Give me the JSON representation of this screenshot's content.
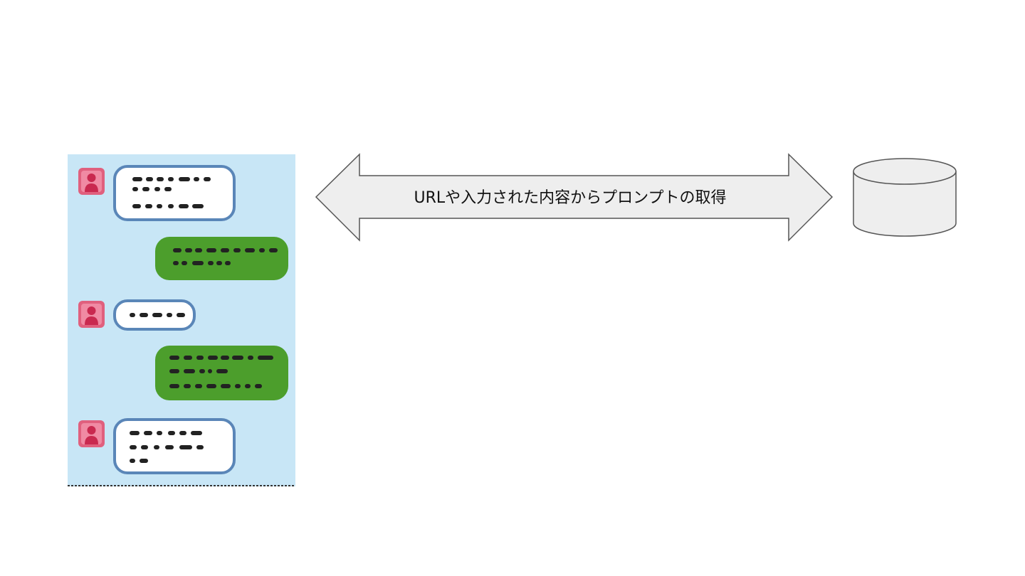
{
  "diagram": {
    "arrow": {
      "label": "URLや入力された内容からプロンプトの取得",
      "direction": "bidirectional",
      "fill": "#eeeeee",
      "stroke": "#555555"
    },
    "chat_illustration": {
      "icon": "chat-messenger-illustration",
      "background": "#c8e6f6",
      "incoming_bubble_fill": "#ffffff",
      "incoming_bubble_border": "#5a86b8",
      "outgoing_bubble_fill": "#4c9e2c",
      "avatar_color": "#e0607e",
      "text_placeholder_color": "#222222"
    },
    "database": {
      "icon": "database-cylinder-icon",
      "fill": "#eeeeee",
      "stroke": "#555555"
    }
  }
}
